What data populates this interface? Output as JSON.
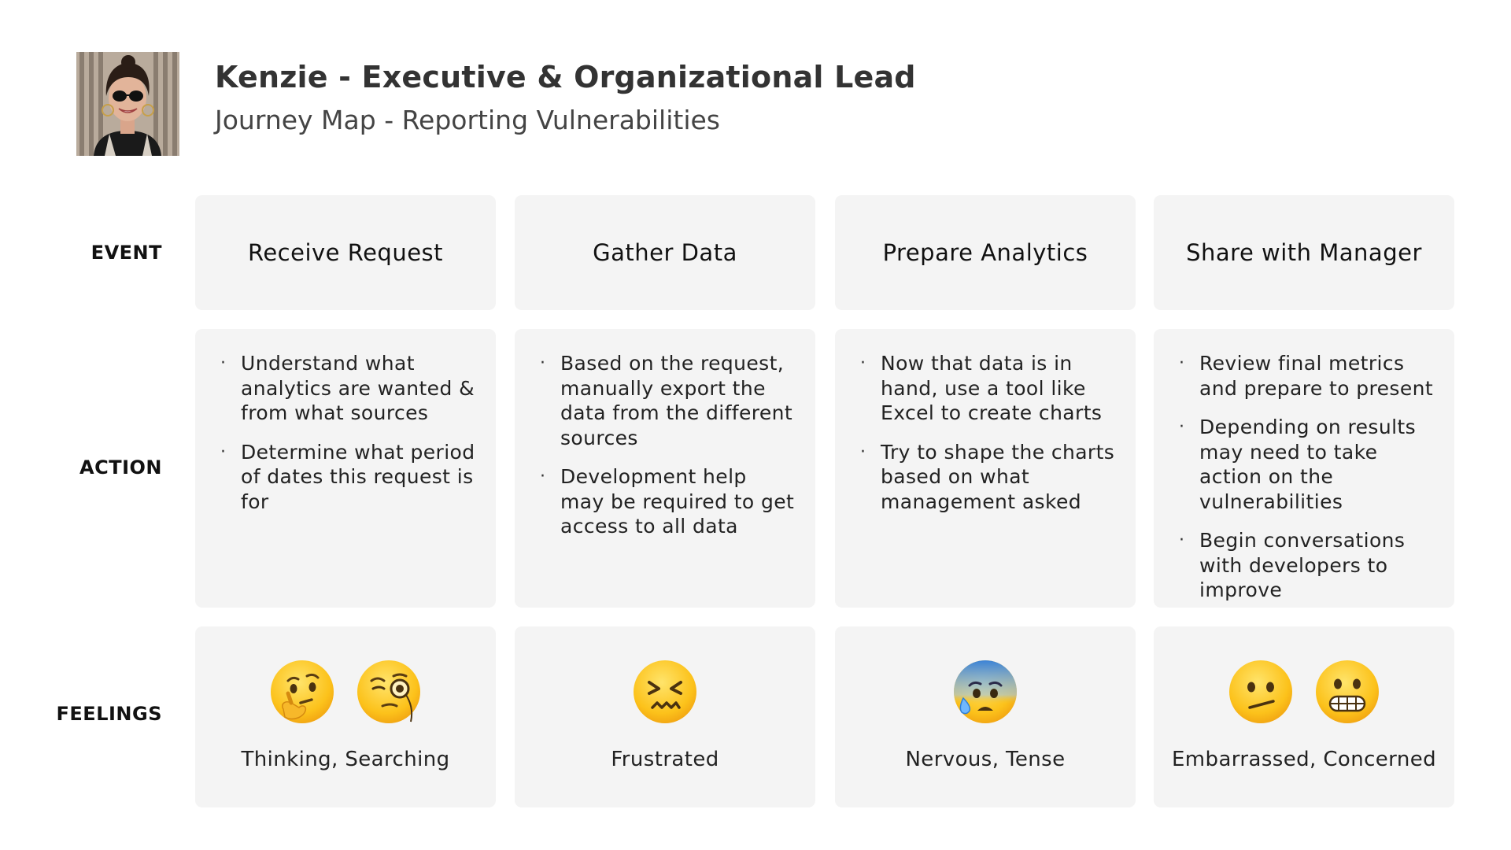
{
  "header": {
    "title": "Kenzie - Executive & Organizational Lead",
    "subtitle": "Journey Map - Reporting Vulnerabilities"
  },
  "row_labels": {
    "event": "EVENT",
    "action": "ACTION",
    "feelings": "FEELINGS"
  },
  "columns": [
    {
      "event": "Receive Request",
      "actions": [
        "Understand what analytics are wanted & from what sources",
        "Determine what period of dates this request is for"
      ],
      "emojis": [
        "thinking-face-icon",
        "face-with-monocle-icon"
      ],
      "feelings": "Thinking, Searching"
    },
    {
      "event": "Gather Data",
      "actions": [
        "Based on the request, manually export the data from the different sources",
        "Development help may be required to get access to all data"
      ],
      "emojis": [
        "confounded-face-icon"
      ],
      "feelings": "Frustrated"
    },
    {
      "event": "Prepare Analytics",
      "actions": [
        "Now that data is in hand, use a tool like Excel to create charts",
        "Try to shape the charts based on what management asked"
      ],
      "emojis": [
        "anxious-face-with-sweat-icon"
      ],
      "feelings": "Nervous, Tense"
    },
    {
      "event": "Share with Manager",
      "actions": [
        "Review final metrics and prepare to present",
        "Depending on results may need to take action on the vulnerabilities",
        "Begin conversations with developers to improve"
      ],
      "emojis": [
        "confused-face-icon",
        "grimacing-face-icon"
      ],
      "feelings": "Embarrassed, Concerned"
    }
  ]
}
